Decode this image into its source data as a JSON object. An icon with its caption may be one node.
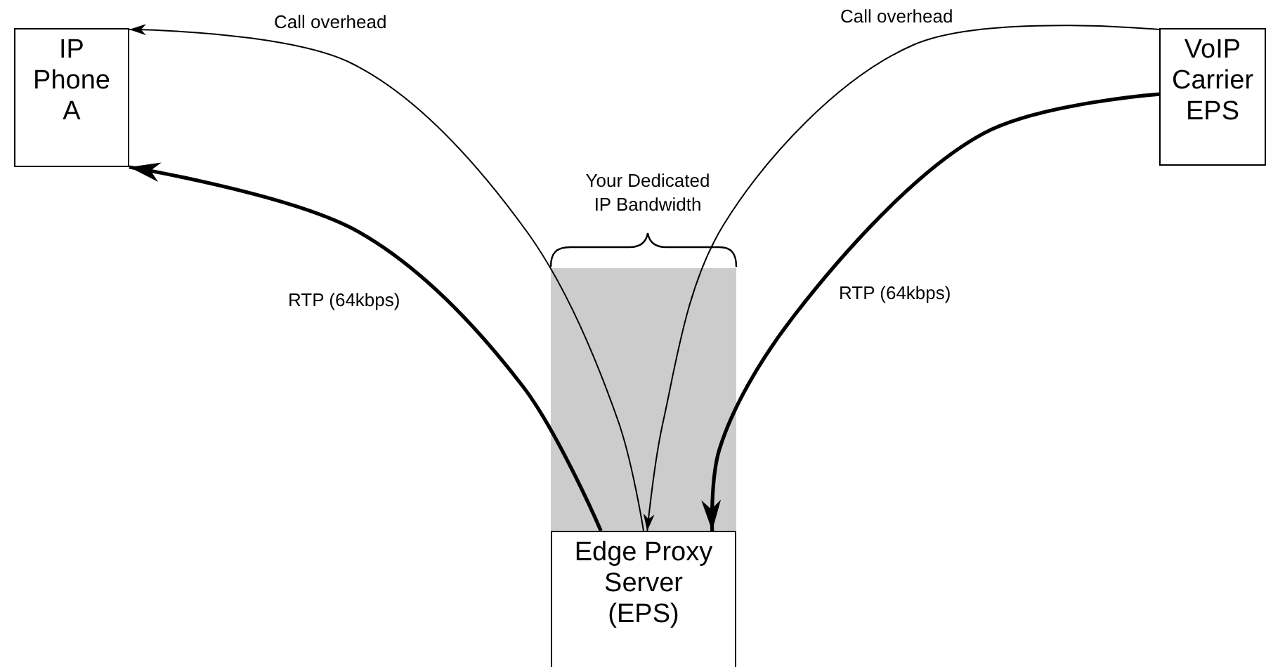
{
  "diagram": {
    "nodes": [
      {
        "text": [
          "IP Phone A"
        ]
      },
      {
        "text": [
          "VoIP Carrier EPS"
        ]
      },
      {
        "text": [
          "Edge Proxy Server (EPS)"
        ]
      }
    ],
    "edges": [
      {
        "from": 2,
        "to": 0,
        "arrow": "to",
        "label": "Call overhead"
      },
      {
        "from": 1,
        "to": 2,
        "arrow": "to",
        "label": "Call overhead"
      },
      {
        "from": 2,
        "to": 0,
        "arrow": "to",
        "label": "RTP (64kbps)",
        "style": "thick"
      },
      {
        "from": 1,
        "to": 2,
        "arrow": "to",
        "label": "RTP (64kbps)",
        "style": "thick"
      }
    ],
    "labels": [
      "Your Dedicated IP Bandwidth"
    ]
  }
}
